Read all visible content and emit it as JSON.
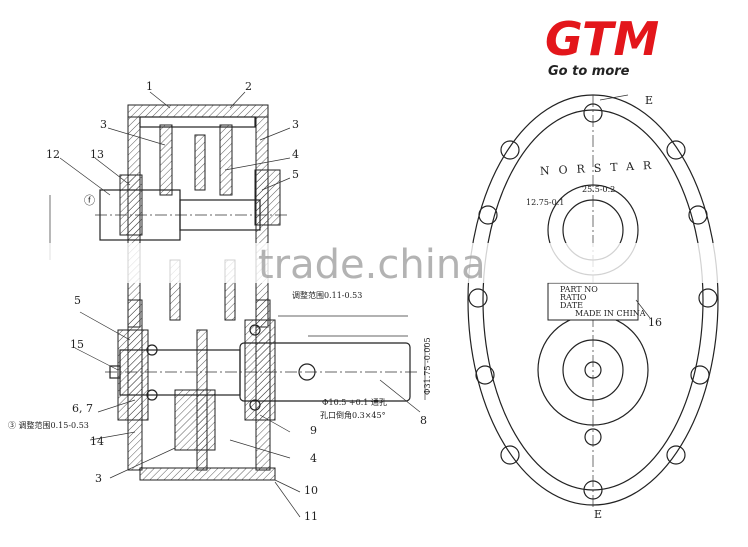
{
  "logo": {
    "brand": "GTM",
    "tagline": "Go to more",
    "brand_color": "#e3161b",
    "tagline_color": "#222222"
  },
  "watermark": "trade.china",
  "section_view": {
    "part_labels": [
      "1",
      "2",
      "3",
      "3",
      "4",
      "5",
      "12",
      "13",
      "5",
      "15",
      "6, 7",
      "14",
      "3",
      "4",
      "10",
      "11",
      "9",
      "8"
    ],
    "adjust_range_top": "调整范围0.11-0.53",
    "adjust_range_bottom": "③ 调整范围0.15-0.53",
    "hole_note": "Φ10.5 +0.1 通孔",
    "chamfer_note": "孔口倒角0.3×45°",
    "shaft_dia": "Φ31.75 -0.005",
    "flag_mark": "ⓕ"
  },
  "front_view": {
    "brand_text": "NORSTAR",
    "section_mark_top": "E",
    "section_mark_bottom": "E",
    "dim_key_width": "25.5-0.2",
    "dim_key_depth": "12.75-0.1",
    "label_plate": "16",
    "nameplate": {
      "fields": [
        "PART NO",
        "RATIO",
        "DATE"
      ],
      "footer": "MADE IN CHINA"
    }
  }
}
